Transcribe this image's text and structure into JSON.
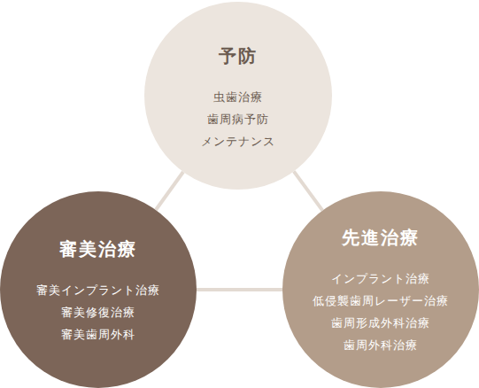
{
  "diagram": {
    "nodes": [
      {
        "text": [
          "予防",
          "虫歯治療",
          "歯周病予防",
          "メンテナンス"
        ]
      },
      {
        "text": [
          "審美治療",
          "審美インプラント治療",
          "審美修復治療",
          "審美歯周外科"
        ]
      },
      {
        "text": [
          "先進治療",
          "インプラント治療",
          "低侵襲歯周レーザー治療",
          "歯周形成外科治療",
          "歯周外科治療"
        ]
      }
    ],
    "edges": [
      {
        "from": 0,
        "to": 1,
        "arrow": "none"
      },
      {
        "from": 0,
        "to": 2,
        "arrow": "none"
      },
      {
        "from": 1,
        "to": 2,
        "arrow": "none"
      }
    ]
  }
}
